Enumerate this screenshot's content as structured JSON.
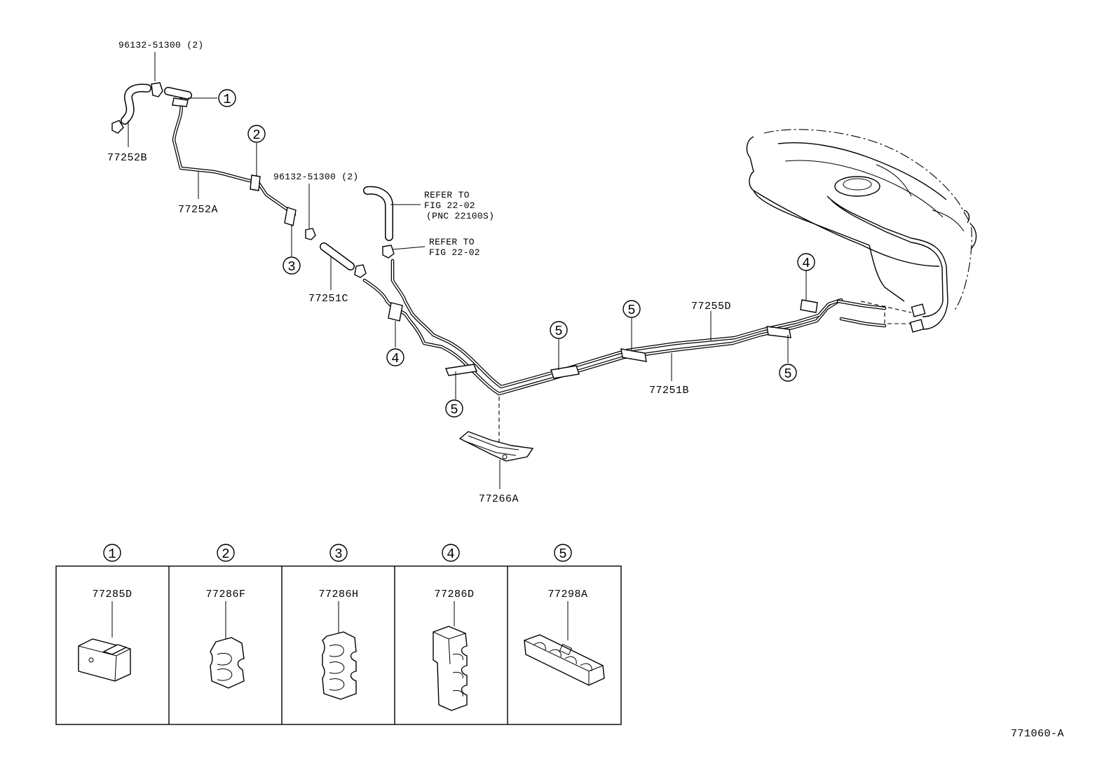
{
  "labels": {
    "bolt_top": "96132-51300 (2)",
    "bolt_mid": "96132-51300 (2)",
    "hose_b": "77252B",
    "tube_a": "77252A",
    "hose_c": "77251C",
    "refer1_l1": "REFER TO",
    "refer1_l2": "FIG 22-02",
    "refer1_l3": "(PNC 22100S)",
    "refer2_l1": "REFER TO",
    "refer2_l2": "FIG 22-02",
    "tube_d": "77255D",
    "tube_b": "77251B",
    "protector": "77266A",
    "drawing_no": "771060-A"
  },
  "callouts": [
    "1",
    "2",
    "3",
    "4",
    "5"
  ],
  "legend": [
    {
      "index": "1",
      "part": "77285D"
    },
    {
      "index": "2",
      "part": "77286F"
    },
    {
      "index": "3",
      "part": "77286H"
    },
    {
      "index": "4",
      "part": "77286D"
    },
    {
      "index": "5",
      "part": "77298A"
    }
  ]
}
